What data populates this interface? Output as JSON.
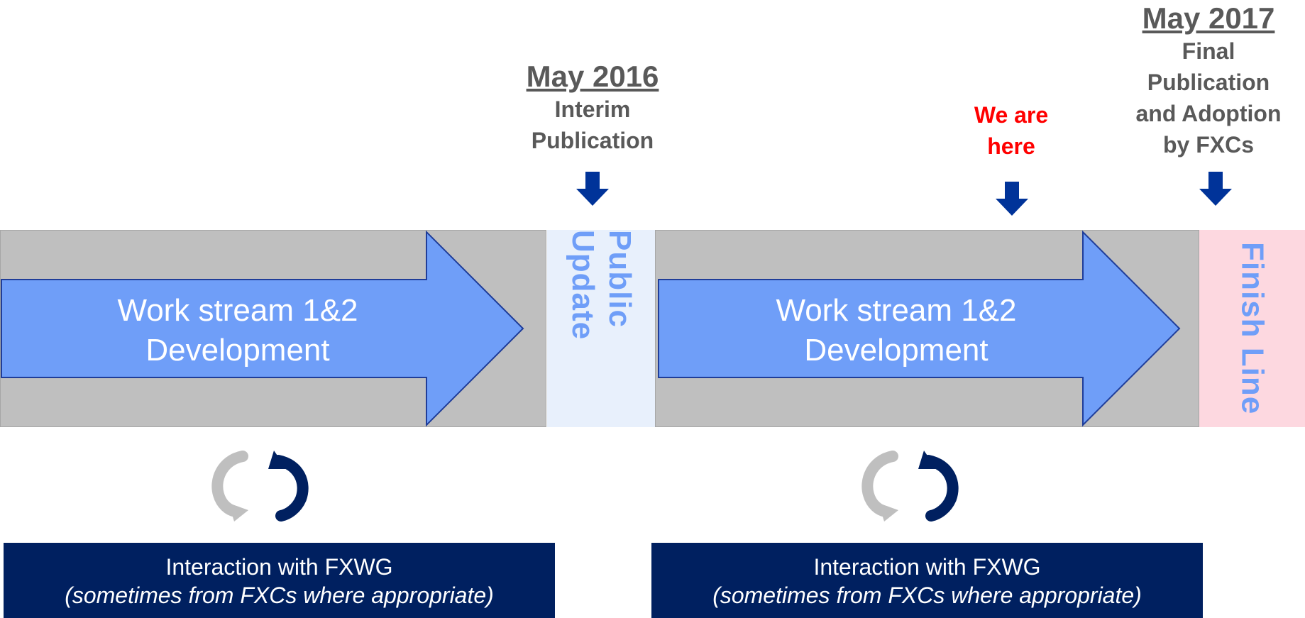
{
  "milestones": {
    "interim": {
      "date": "May 2016",
      "line1": "Interim",
      "line2": "Publication"
    },
    "final": {
      "date": "May 2017",
      "line1": "Final",
      "line2": "Publication",
      "line3": "and Adoption",
      "line4": "by FXCs"
    },
    "current": {
      "line1": "We are",
      "line2": "here"
    }
  },
  "phases": {
    "ws1": {
      "line1": "Work stream 1&2",
      "line2": "Development"
    },
    "public_update": "Public Update",
    "ws2": {
      "line1": "Work stream 1&2",
      "line2": "Development"
    },
    "finish": "Finish Line"
  },
  "interaction": [
    {
      "title": "Interaction with FXWG",
      "subtitle": "(sometimes from FXCs where appropriate)"
    },
    {
      "title": "Interaction with FXWG",
      "subtitle": "(sometimes from FXCs where appropriate)"
    }
  ],
  "colors": {
    "band_gray": "#bfbfbf",
    "arrow_blue": "#6f9ef8",
    "dark_navy": "#002060",
    "down_arrow": "#003399",
    "public_update_bg": "#e8f0fc",
    "finish_bg": "#fdd8e0",
    "we_are_here": "#ff0000",
    "milestone_text": "#595959"
  },
  "icons": [
    "down-arrow-icon",
    "cycle-arrows-icon"
  ]
}
